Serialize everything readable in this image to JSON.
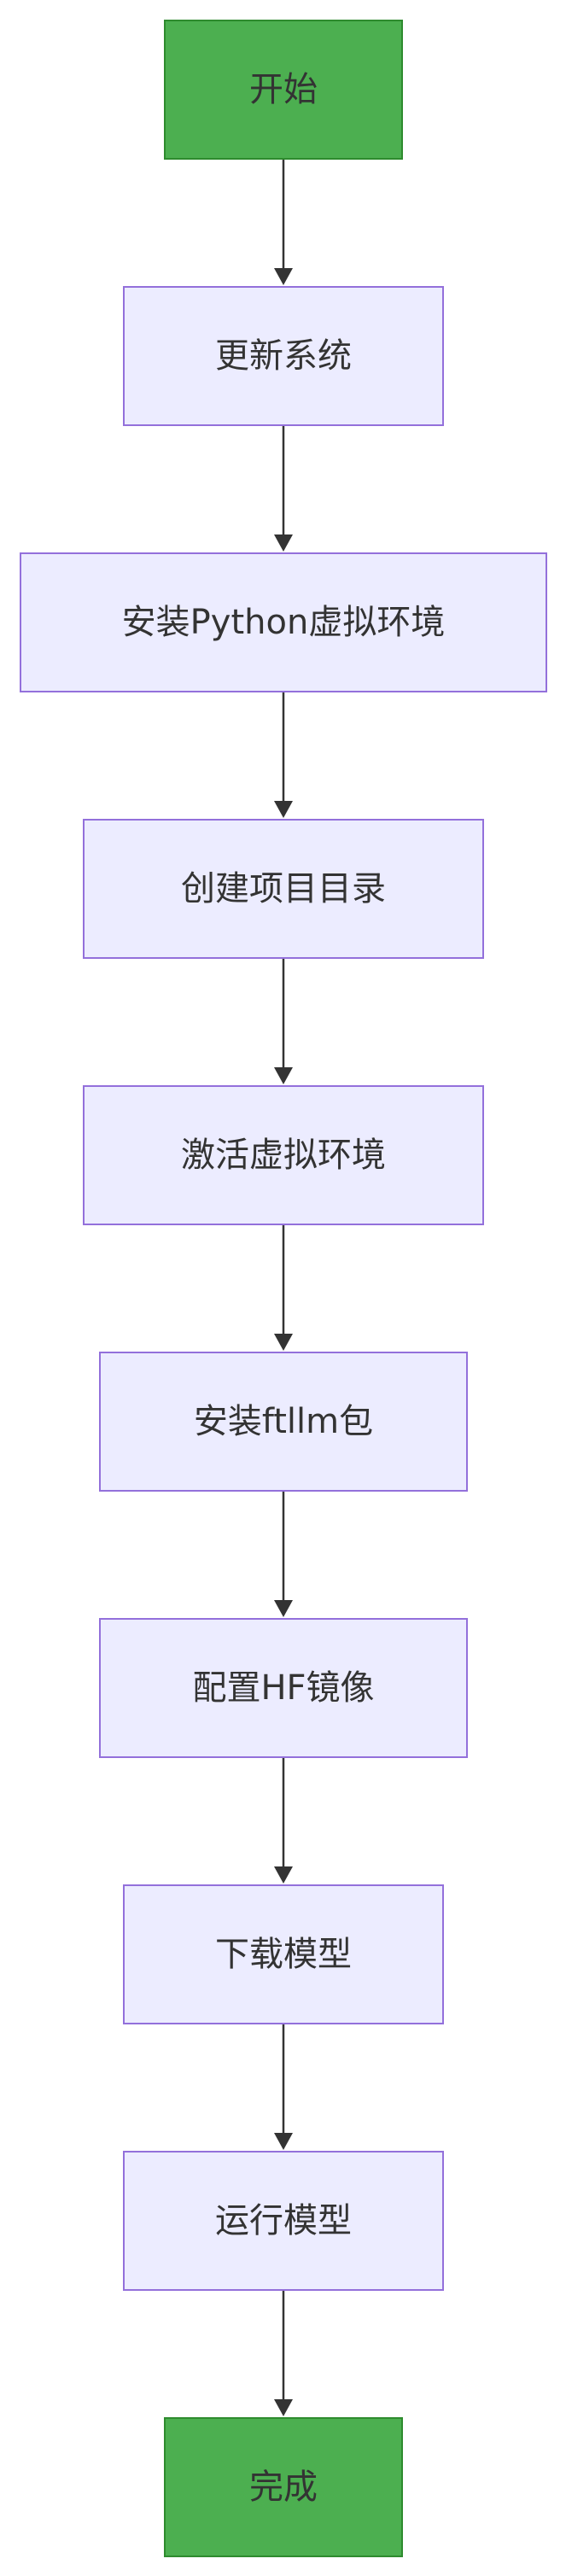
{
  "colors": {
    "terminal_fill": "#4caf50",
    "terminal_stroke": "#2e8b2e",
    "process_fill": "#ececff",
    "process_stroke": "#9370db",
    "edge": "#333333",
    "text": "#333333"
  },
  "nodes": [
    {
      "id": "start",
      "label": "开始",
      "kind": "terminal"
    },
    {
      "id": "update-system",
      "label": "更新系统",
      "kind": "process"
    },
    {
      "id": "install-python-venv",
      "label": "安装Python虚拟环境",
      "kind": "process"
    },
    {
      "id": "create-project-dir",
      "label": "创建项目目录",
      "kind": "process"
    },
    {
      "id": "activate-venv",
      "label": "激活虚拟环境",
      "kind": "process"
    },
    {
      "id": "install-ftllm",
      "label": "安装ftllm包",
      "kind": "process"
    },
    {
      "id": "configure-hf-mirror",
      "label": "配置HF镜像",
      "kind": "process"
    },
    {
      "id": "download-model",
      "label": "下载模型",
      "kind": "process"
    },
    {
      "id": "run-model",
      "label": "运行模型",
      "kind": "process"
    },
    {
      "id": "finish",
      "label": "完成",
      "kind": "terminal"
    }
  ],
  "edges": [
    {
      "from": "start",
      "to": "update-system"
    },
    {
      "from": "update-system",
      "to": "install-python-venv"
    },
    {
      "from": "install-python-venv",
      "to": "create-project-dir"
    },
    {
      "from": "create-project-dir",
      "to": "activate-venv"
    },
    {
      "from": "activate-venv",
      "to": "install-ftllm"
    },
    {
      "from": "install-ftllm",
      "to": "configure-hf-mirror"
    },
    {
      "from": "configure-hf-mirror",
      "to": "download-model"
    },
    {
      "from": "download-model",
      "to": "run-model"
    },
    {
      "from": "run-model",
      "to": "finish"
    }
  ]
}
